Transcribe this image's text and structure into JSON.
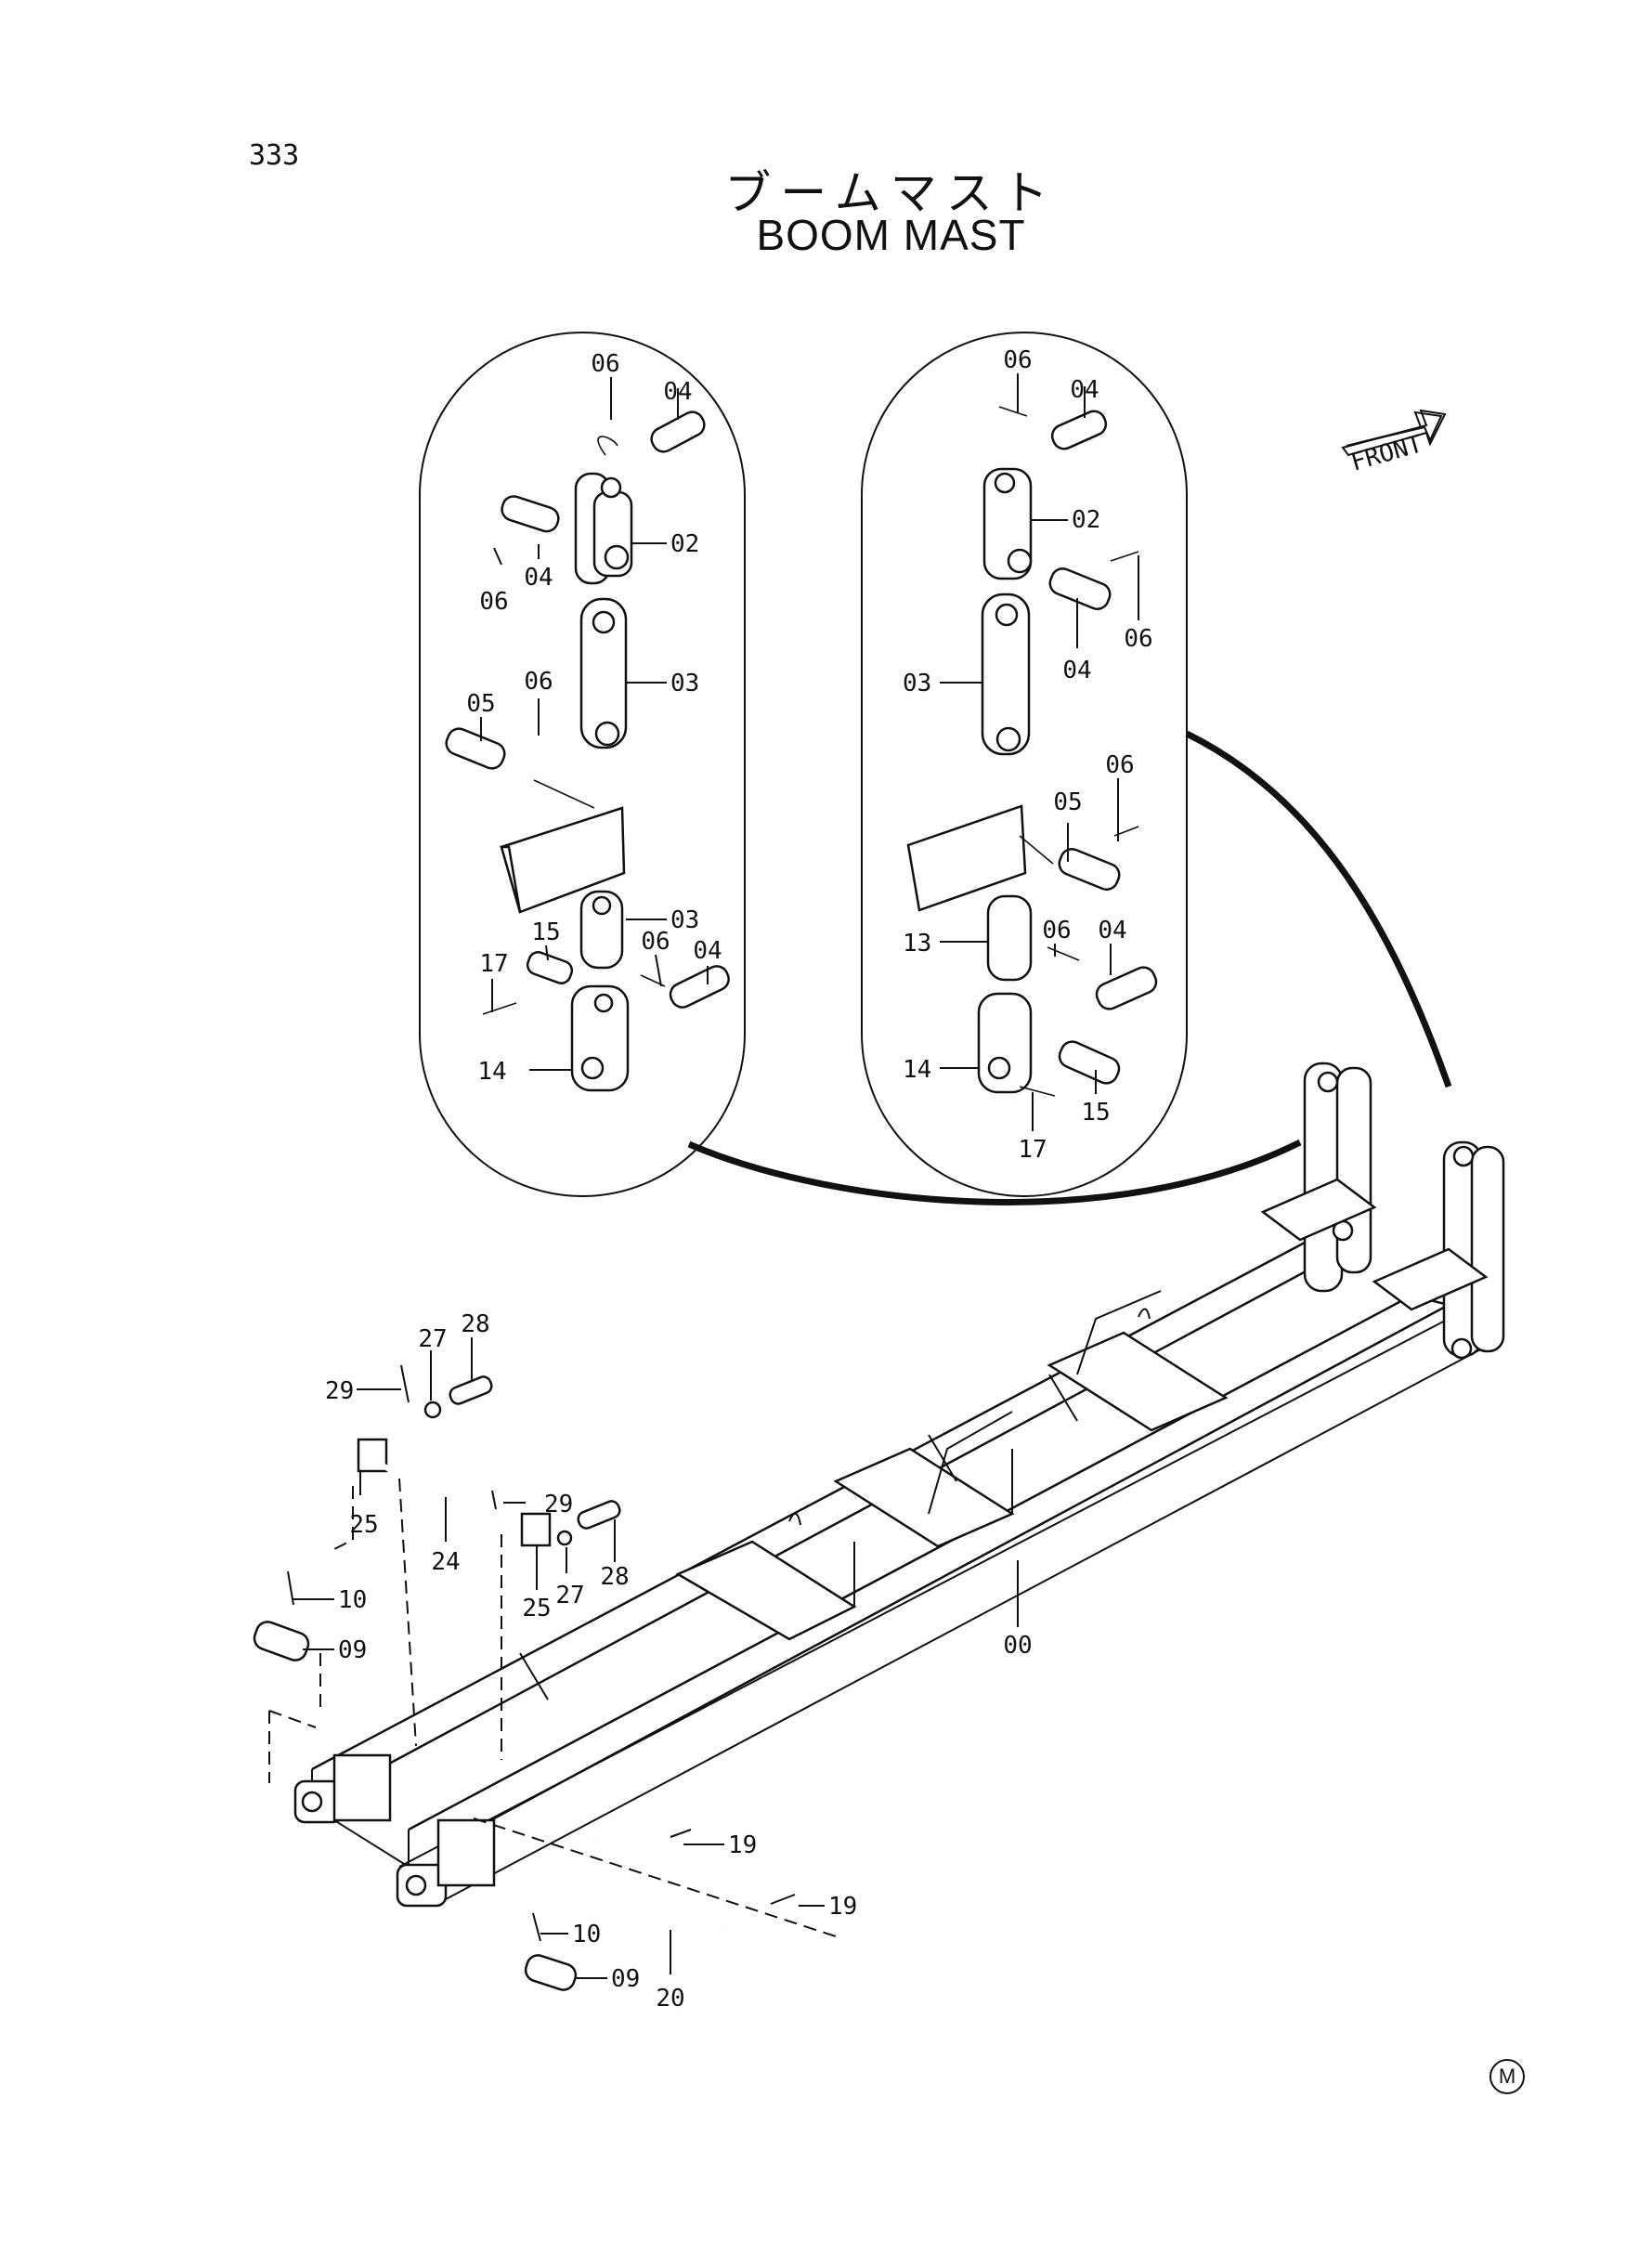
{
  "page_number": "333",
  "title_jp": "ブームマスト",
  "title_en": "BOOM MAST",
  "front_label": "FRONT",
  "m_mark": "M",
  "callouts": {
    "left_inset": [
      "06",
      "04",
      "04",
      "02",
      "06",
      "06",
      "03",
      "05",
      "03",
      "15",
      "17",
      "06",
      "04",
      "14"
    ],
    "right_inset": [
      "06",
      "04",
      "02",
      "04",
      "06",
      "03",
      "06",
      "05",
      "13",
      "06",
      "04",
      "14",
      "15",
      "17"
    ],
    "main": [
      "28",
      "27",
      "29",
      "29",
      "25",
      "24",
      "27",
      "28",
      "25",
      "10",
      "09",
      "00",
      "19",
      "19",
      "10",
      "09",
      "20"
    ]
  }
}
